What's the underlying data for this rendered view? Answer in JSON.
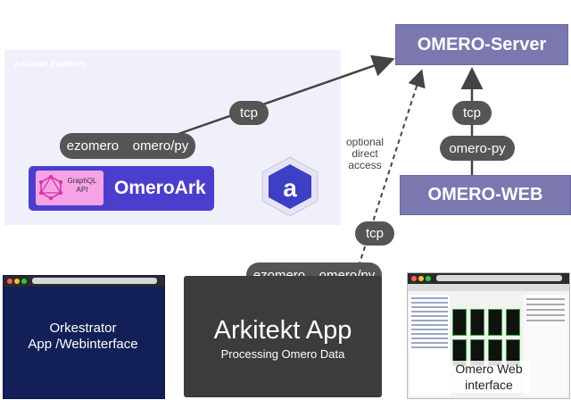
{
  "platform": {
    "title": "Arkitekt Platform"
  },
  "nodes": {
    "omero_server": "OMERO-Server",
    "omero_web": "OMERO-WEB",
    "omeroark": "OmeroArk",
    "graphql": [
      "GraphQL",
      "API"
    ]
  },
  "pills": {
    "top_left": [
      "ezomero",
      "omero/py"
    ],
    "app": [
      "ezomero",
      "omero/py"
    ],
    "tcp": "tcp",
    "omero_py": "omero-py"
  },
  "annotation": {
    "optional": [
      "optional",
      "direct",
      "access"
    ]
  },
  "apps": {
    "orkestrator": [
      "Orkestrator",
      "App /Webinterface"
    ],
    "arkitekt_title": "Arkitekt App",
    "arkitekt_sub": "Processing Omero Data",
    "web": [
      "Omero Web",
      "interface"
    ]
  },
  "colors": {
    "node": "#7b78b0",
    "pill": "#555555",
    "omeroark": "#4b3ecf",
    "graphql": "#f5a3e4",
    "window": "#132057",
    "arkitekt_app": "#3c3c3c"
  },
  "icons": {
    "arkitekt_logo": "hexagon-a-icon",
    "graphql_logo": "graphql-icon"
  }
}
